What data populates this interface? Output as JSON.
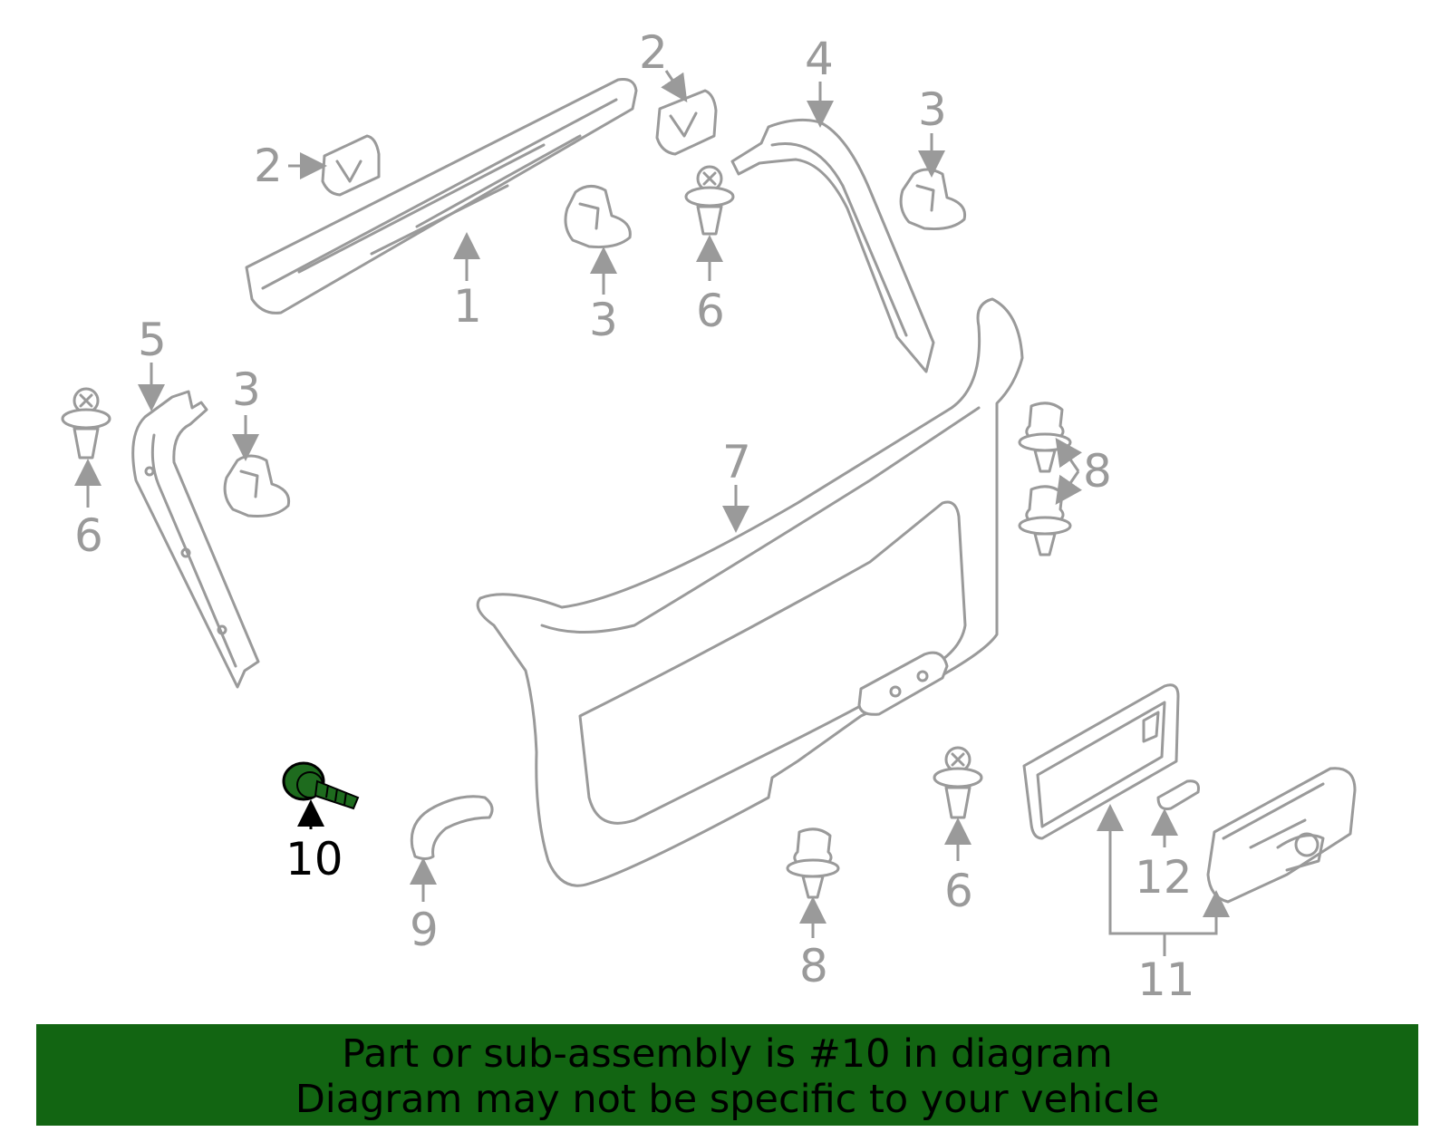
{
  "diagram": {
    "callouts": [
      "1",
      "2",
      "2",
      "3",
      "3",
      "3",
      "4",
      "5",
      "6",
      "6",
      "6",
      "7",
      "8",
      "8",
      "9",
      "10",
      "11",
      "12"
    ],
    "highlighted_part": "10",
    "colors": {
      "parts": "#9a9a9a",
      "highlight": "#1e6b1e",
      "banner": "#126512"
    }
  },
  "banner": {
    "line1": "Part or sub-assembly is #10 in diagram",
    "line2": "Diagram may not be specific to your vehicle"
  }
}
